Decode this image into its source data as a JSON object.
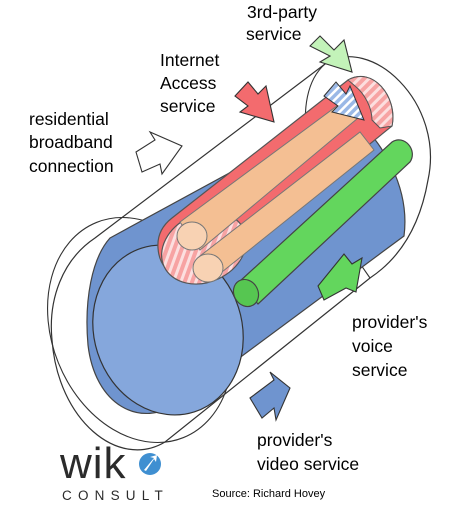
{
  "labels": {
    "third_party": [
      "3rd-party",
      "service"
    ],
    "internet": [
      "Internet",
      "Access",
      "service"
    ],
    "residential": [
      "residential",
      "broadband",
      "connection"
    ],
    "voice": [
      "provider's",
      "voice",
      "service"
    ],
    "video": [
      "provider's",
      "video service"
    ]
  },
  "logo": {
    "main": "wik",
    "sub": "CONSULT"
  },
  "source": "Source: Richard Hovey",
  "colors": {
    "video_fill": "#6f94cf",
    "video_front": "#85a7dc",
    "internet_fill": "#f36b6e",
    "voice_fill": "#63d65d",
    "third_party_arrow": "#c3f3b9",
    "tan": "#f4bf93",
    "logo_accent": "#3f8fd1"
  }
}
